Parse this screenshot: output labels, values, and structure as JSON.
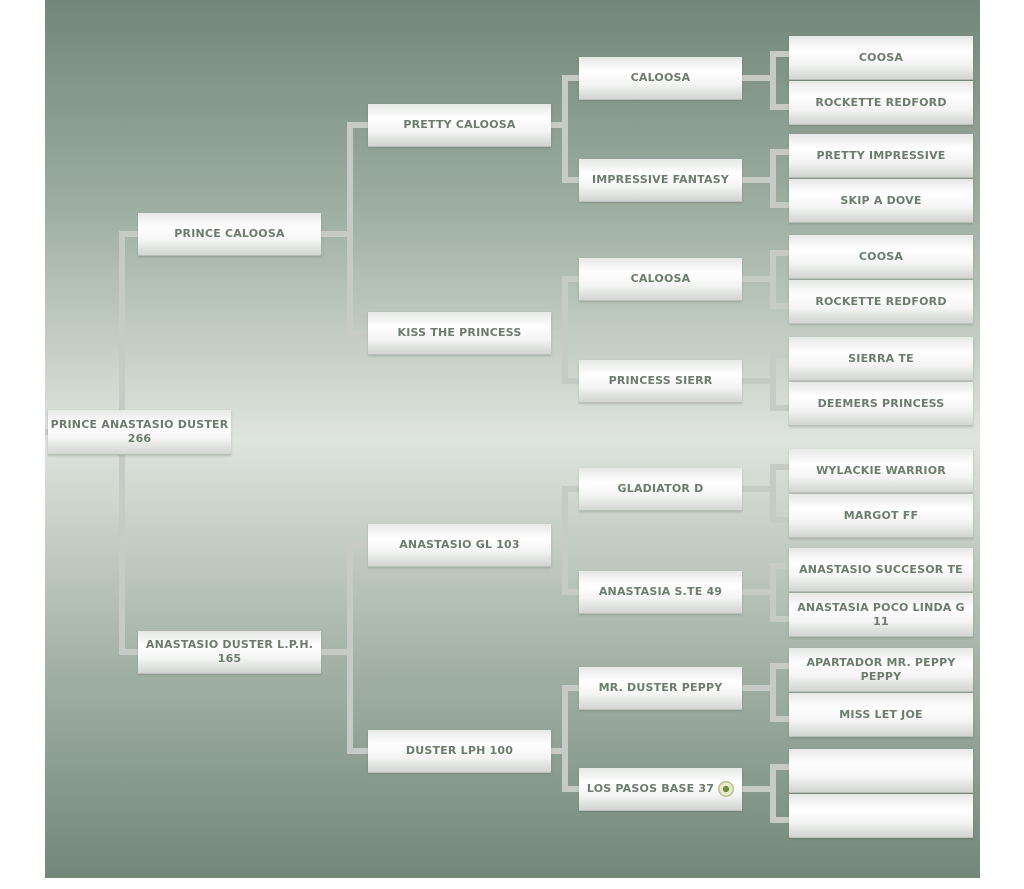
{
  "pedigree": {
    "subject": {
      "name": "PRINCE ANASTASIO DUSTER",
      "number": "266"
    },
    "gen1": [
      "PRINCE CALOOSA",
      "ANASTASIO DUSTER L.P.H. 165"
    ],
    "gen2": [
      "PRETTY CALOOSA",
      "KISS THE PRINCESS",
      "ANASTASIO GL 103",
      "DUSTER LPH 100"
    ],
    "gen3": [
      "CALOOSA",
      "IMPRESSIVE FANTASY",
      "CALOOSA",
      "PRINCESS SIERR",
      "GLADIATOR D",
      "ANASTASIA S.TE 49",
      "MR. DUSTER PEPPY",
      "LOS PASOS BASE 37"
    ],
    "gen4": [
      "COOSA",
      "ROCKETTE REDFORD",
      "PRETTY IMPRESSIVE",
      "SKIP A DOVE",
      "COOSA",
      "ROCKETTE REDFORD",
      "SIERRA TE",
      "DEEMERS PRINCESS",
      "WYLACKIE WARRIOR",
      "MARGOT FF",
      "ANASTASIO SUCCESOR TE",
      "ANASTASIA POCO LINDA G 11",
      "APARTADOR MR. PEPPY PEPPY",
      "MISS LET JOE",
      "",
      ""
    ],
    "gen3_icons": {
      "7": "flower-badge-icon"
    }
  }
}
